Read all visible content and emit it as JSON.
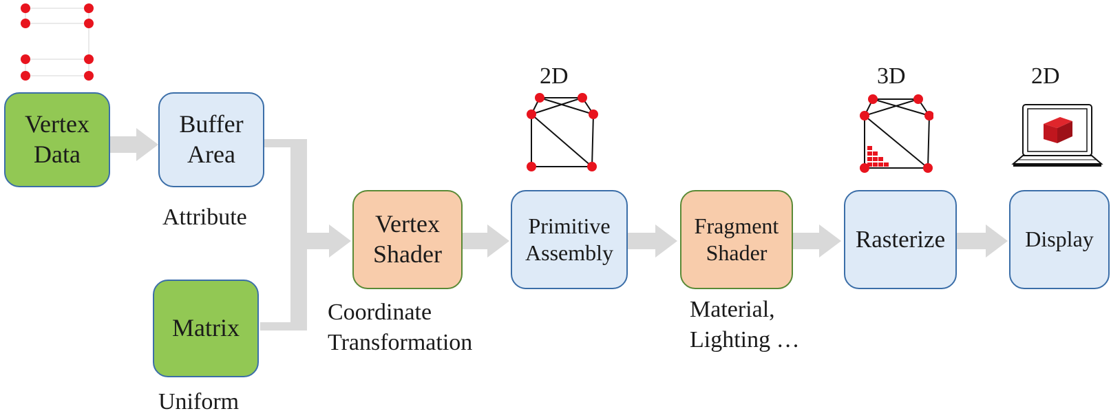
{
  "nodes": {
    "vertex_data": "Vertex\nData",
    "buffer_area": "Buffer\nArea",
    "matrix": "Matrix",
    "vertex_shader": "Vertex\nShader",
    "primitive_assembly": "Primitive\nAssembly",
    "fragment_shader": "Fragment\nShader",
    "rasterize": "Rasterize",
    "display": "Display"
  },
  "captions": {
    "attribute": "Attribute",
    "uniform": "Uniform",
    "coordinate_transformation": "Coordinate\nTransformation",
    "material_lighting": "Material,\nLighting …"
  },
  "dimension_labels": {
    "primitive": "2D",
    "raster": "3D",
    "display": "2D"
  },
  "colors": {
    "data_node": "#92c854",
    "stage_node": "#deeaf7",
    "shader_node": "#f8ccab",
    "border_blue": "#3b6ea8",
    "border_green": "#5a8a36",
    "arrow": "#d9d9d9",
    "vertex_point": "#e8141e",
    "display_cube": "#c0161e"
  },
  "icons": [
    "vertex-points-icon",
    "triangle-mesh-icon",
    "rasterized-mesh-icon",
    "laptop-icon"
  ]
}
